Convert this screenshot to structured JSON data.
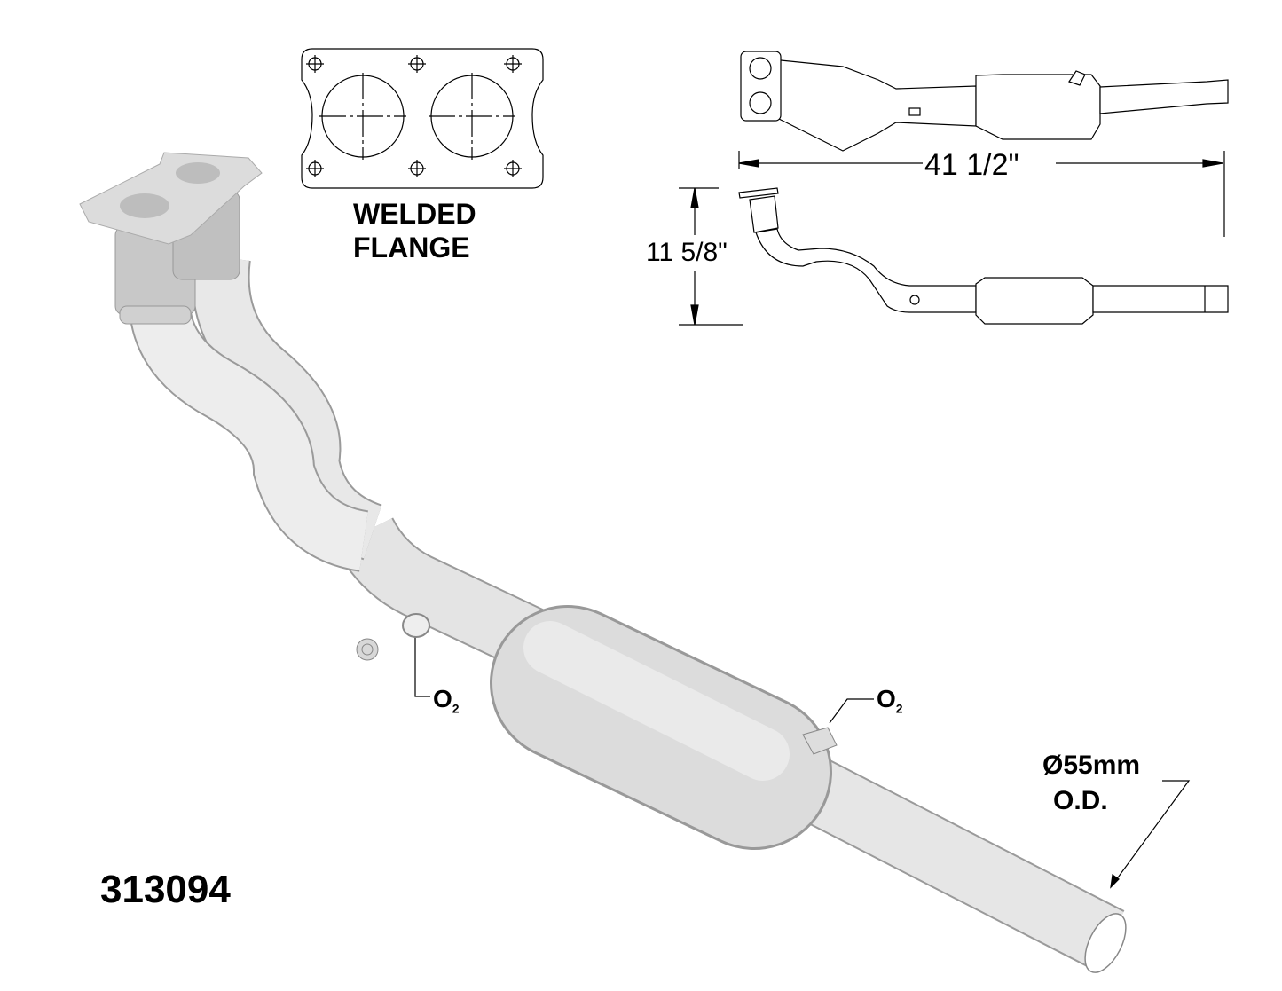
{
  "flange": {
    "line1": "WELDED",
    "line2": "FLANGE"
  },
  "dimensions": {
    "length": "41 1/2\"",
    "height": "11 5/8\""
  },
  "sensors": [
    {
      "label": "O",
      "sub": "2"
    },
    {
      "label": "O",
      "sub": "2"
    }
  ],
  "outlet": {
    "diameter": "Ø55mm",
    "od": "O.D."
  },
  "part_number": "313094"
}
